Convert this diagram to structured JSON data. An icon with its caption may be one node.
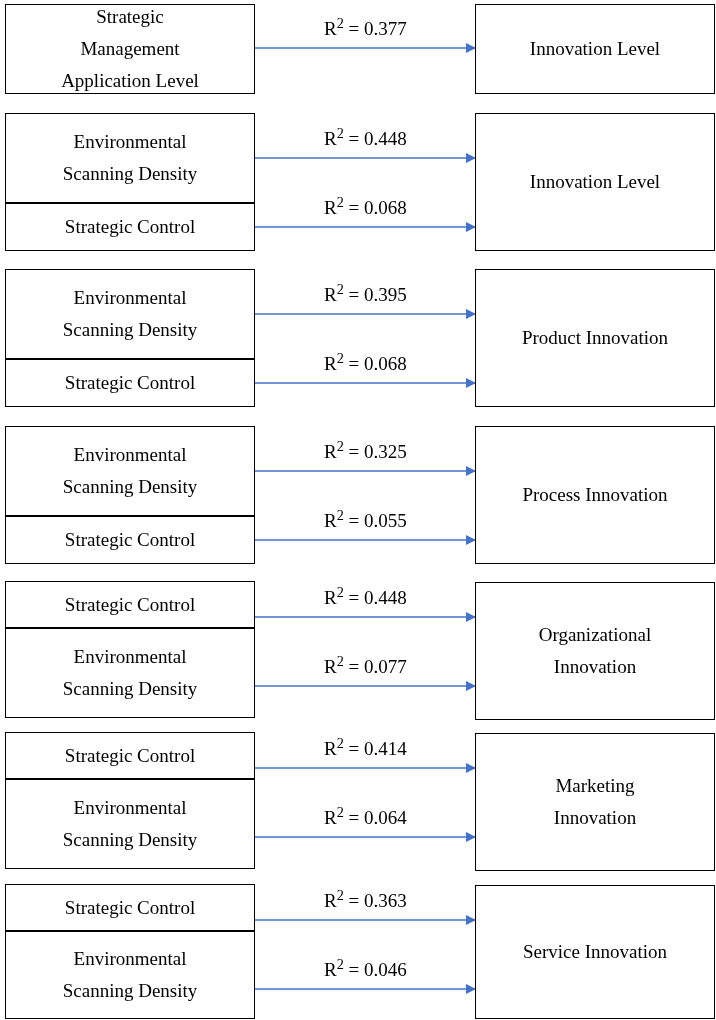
{
  "diagram": {
    "nodes": [
      {
        "text": [
          "Strategic Management Application Level"
        ]
      },
      {
        "text": [
          "Innovation Level"
        ]
      },
      {
        "text": [
          "Environmental Scanning Density"
        ]
      },
      {
        "text": [
          "Strategic Control"
        ]
      },
      {
        "text": [
          "Innovation Level"
        ]
      },
      {
        "text": [
          "Environmental Scanning Density"
        ]
      },
      {
        "text": [
          "Strategic Control"
        ]
      },
      {
        "text": [
          "Product Innovation"
        ]
      },
      {
        "text": [
          "Environmental Scanning Density"
        ]
      },
      {
        "text": [
          "Strategic Control"
        ]
      },
      {
        "text": [
          "Process Innovation"
        ]
      },
      {
        "text": [
          "Strategic Control"
        ]
      },
      {
        "text": [
          "Environmental Scanning Density"
        ]
      },
      {
        "text": [
          "Organizational Innovation"
        ]
      },
      {
        "text": [
          "Strategic Control"
        ]
      },
      {
        "text": [
          "Environmental Scanning Density"
        ]
      },
      {
        "text": [
          "Marketing Innovation"
        ]
      },
      {
        "text": [
          "Strategic Control"
        ]
      },
      {
        "text": [
          "Environmental Scanning Density"
        ]
      },
      {
        "text": [
          "Service Innovation"
        ]
      }
    ],
    "edges": [
      {
        "from": 0,
        "to": 1,
        "arrow": "to",
        "label": "R$^{2}$ = 0.377"
      },
      {
        "from": 2,
        "to": 4,
        "arrow": "to",
        "label": "R$^{2}$ = 0.448"
      },
      {
        "from": 3,
        "to": 4,
        "arrow": "to",
        "label": "R$^{2}$ = 0.068"
      },
      {
        "from": 5,
        "to": 7,
        "arrow": "to",
        "label": "R$^{2}$ = 0.395"
      },
      {
        "from": 6,
        "to": 7,
        "arrow": "to",
        "label": "R$^{2}$ = 0.068"
      },
      {
        "from": 8,
        "to": 10,
        "arrow": "to",
        "label": "R$^{2}$ = 0.325"
      },
      {
        "from": 9,
        "to": 10,
        "arrow": "to",
        "label": "R$^{2}$ = 0.055"
      },
      {
        "from": 11,
        "to": 13,
        "arrow": "to",
        "label": "R$^{2}$ = 0.448"
      },
      {
        "from": 12,
        "to": 13,
        "arrow": "to",
        "label": "R$^{2}$ = 0.077"
      },
      {
        "from": 14,
        "to": 16,
        "arrow": "to",
        "label": "R$^{2}$ = 0.414"
      },
      {
        "from": 15,
        "to": 16,
        "arrow": "to",
        "label": "R$^{2}$ = 0.064"
      },
      {
        "from": 17,
        "to": 19,
        "arrow": "to",
        "label": "R$^{2}$ = 0.363"
      },
      {
        "from": 18,
        "to": 19,
        "arrow": "to",
        "label": "R$^{2}$ = 0.046"
      }
    ]
  }
}
